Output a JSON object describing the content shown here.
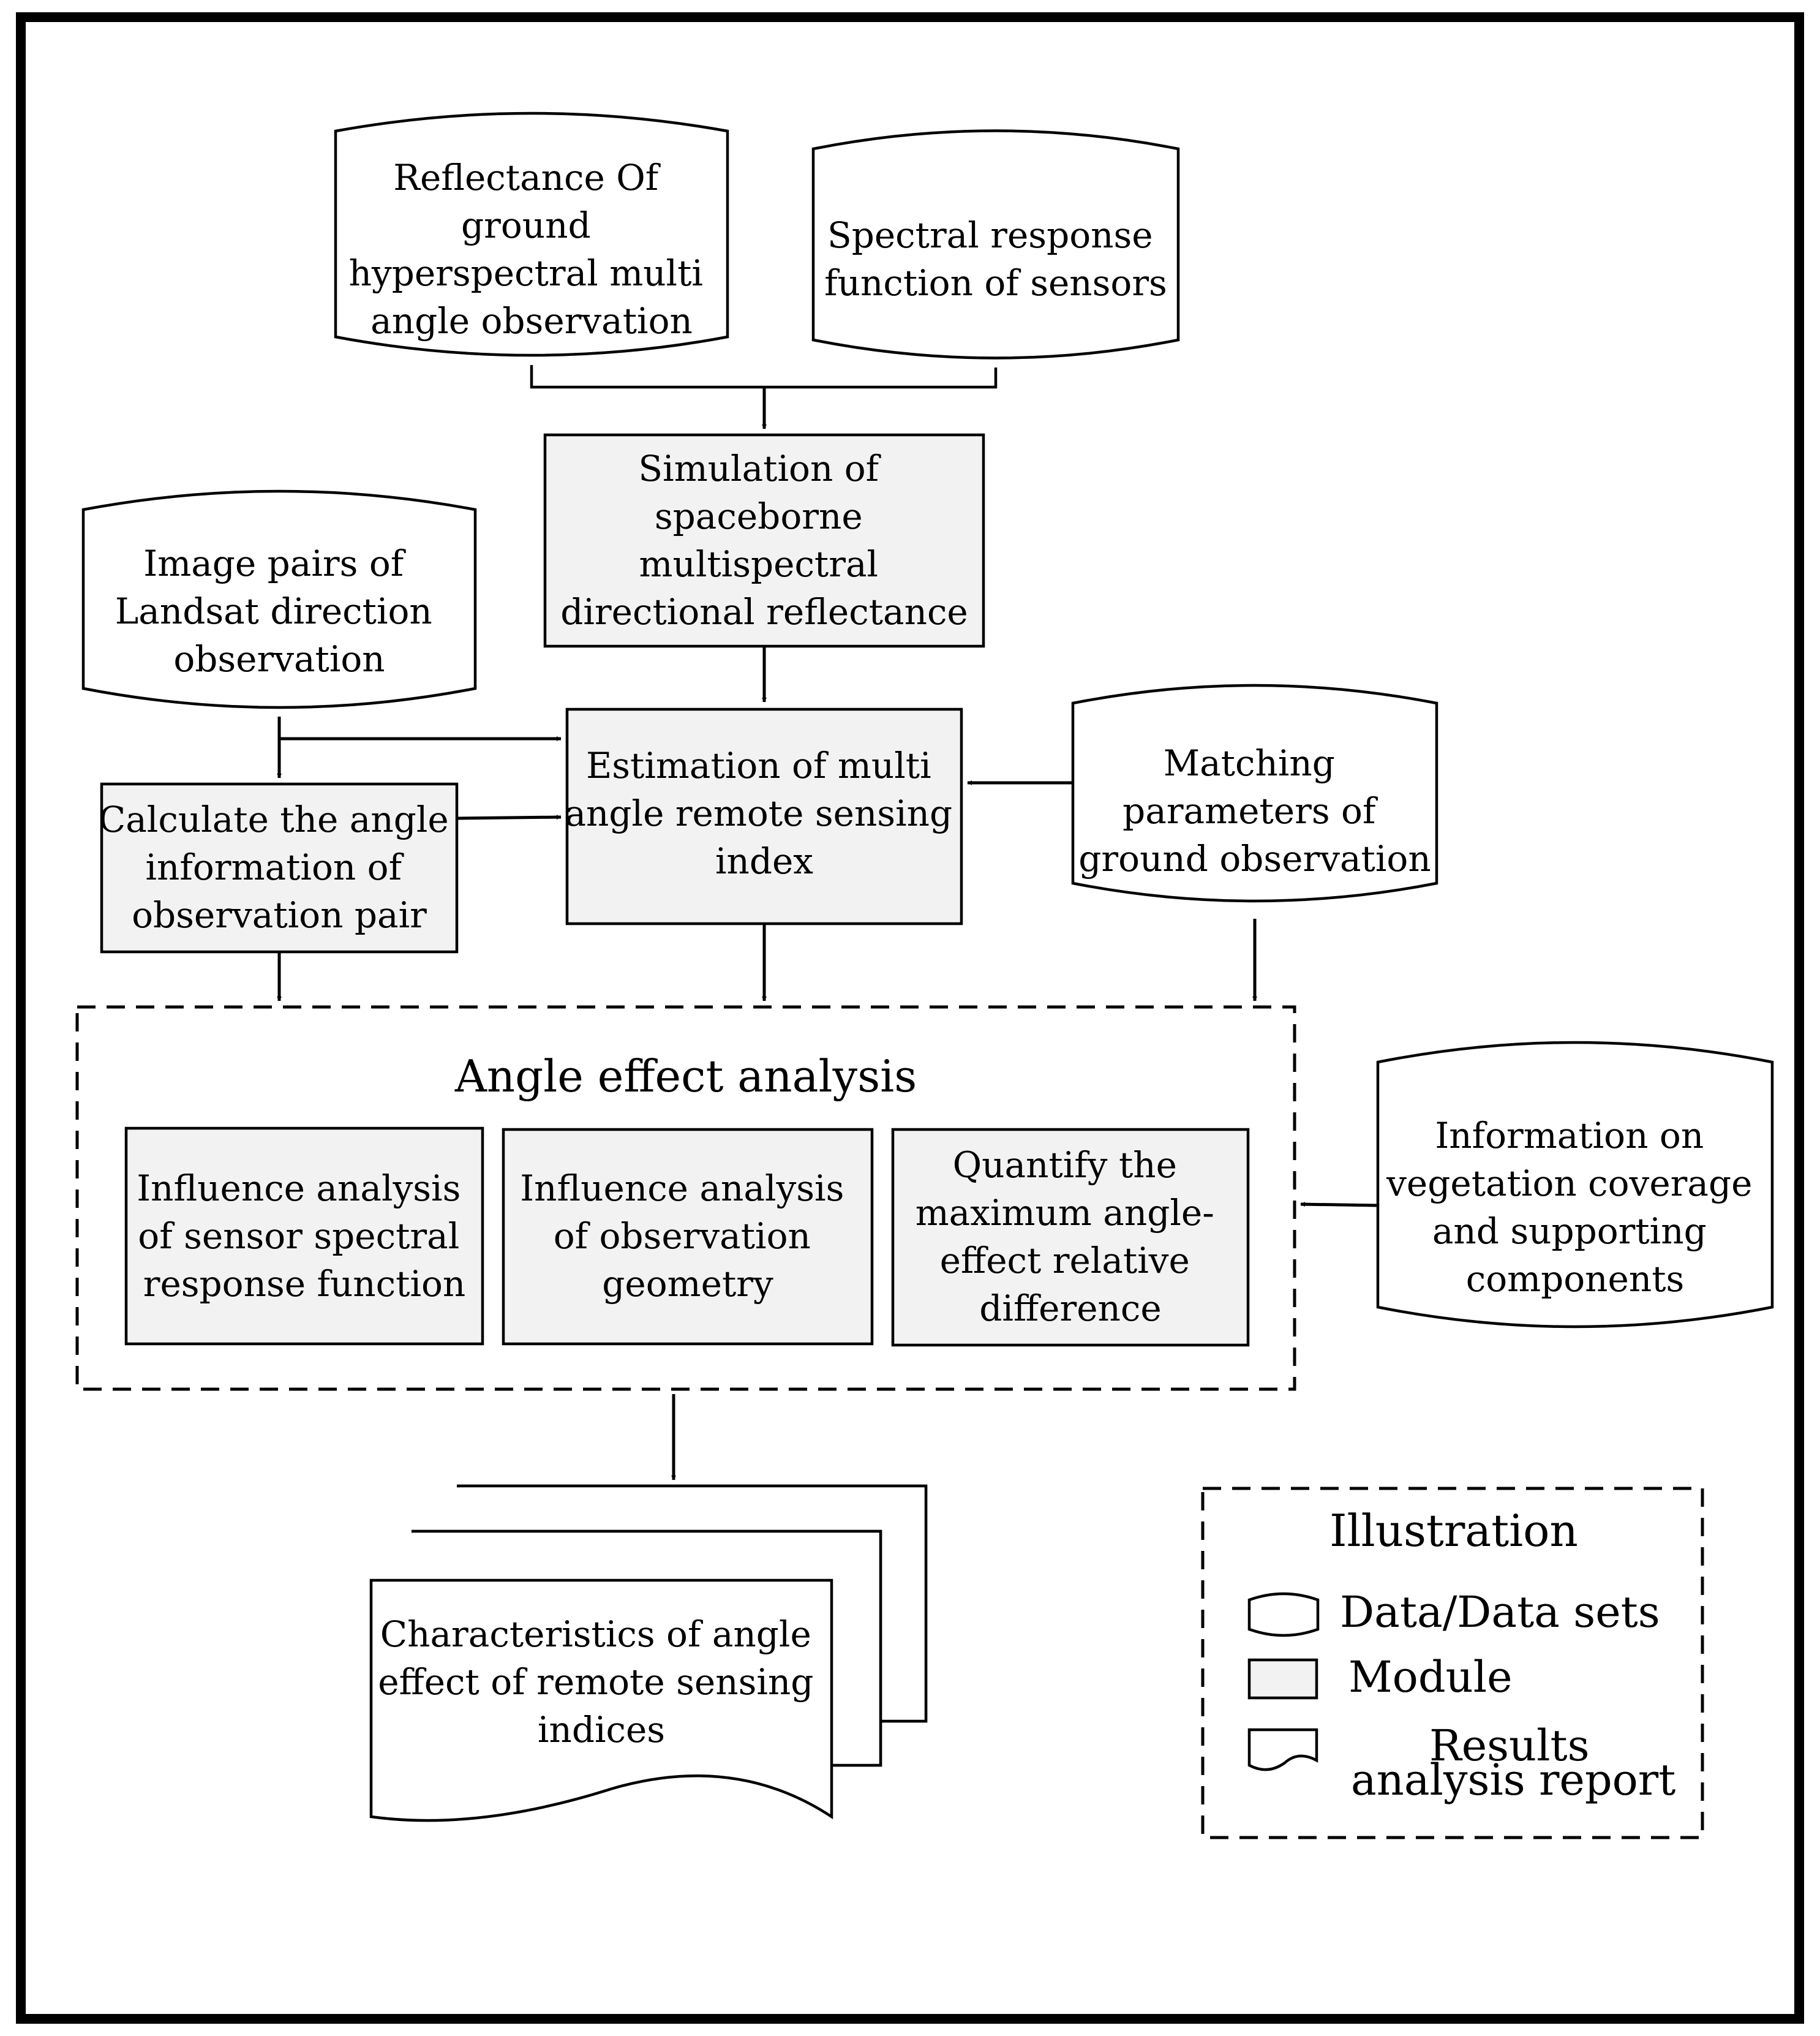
{
  "nodes": {
    "reflectance": {
      "lines": [
        "Reflectance Of",
        "ground",
        "hyperspectral multi",
        "angle observation"
      ]
    },
    "spectral_response": {
      "lines": [
        "Spectral response",
        "function of sensors"
      ]
    },
    "simulation": {
      "lines": [
        "Simulation of",
        "spaceborne",
        "multispectral",
        "directional reflectance"
      ]
    },
    "image_pairs": {
      "lines": [
        "Image pairs of",
        "Landsat direction",
        "observation"
      ]
    },
    "estimation": {
      "lines": [
        "Estimation of multi",
        "angle remote sensing",
        "index"
      ]
    },
    "matching": {
      "lines": [
        "Matching",
        "parameters of",
        "ground observation"
      ]
    },
    "calculate": {
      "lines": [
        "Calculate the angle",
        "information of",
        "observation pair"
      ]
    },
    "angle_effect": {
      "title": "Angle effect analysis"
    },
    "influence_sensor": {
      "lines": [
        "Influence analysis",
        "of sensor spectral",
        "response function"
      ]
    },
    "influence_geometry": {
      "lines": [
        "Influence analysis",
        "of observation",
        "geometry"
      ]
    },
    "quantify": {
      "lines": [
        "Quantify the",
        "maximum angle-",
        "effect relative",
        "difference"
      ]
    },
    "vegetation": {
      "lines": [
        "Information on",
        "vegetation coverage",
        "and supporting",
        "components"
      ]
    },
    "characteristics": {
      "lines": [
        "Characteristics of angle",
        "effect of remote sensing",
        "indices"
      ]
    }
  },
  "legend": {
    "title": "Illustration",
    "data_label": "Data/Data sets",
    "module_label": "Module",
    "results_label_1": "Results",
    "results_label_2": "analysis report"
  }
}
